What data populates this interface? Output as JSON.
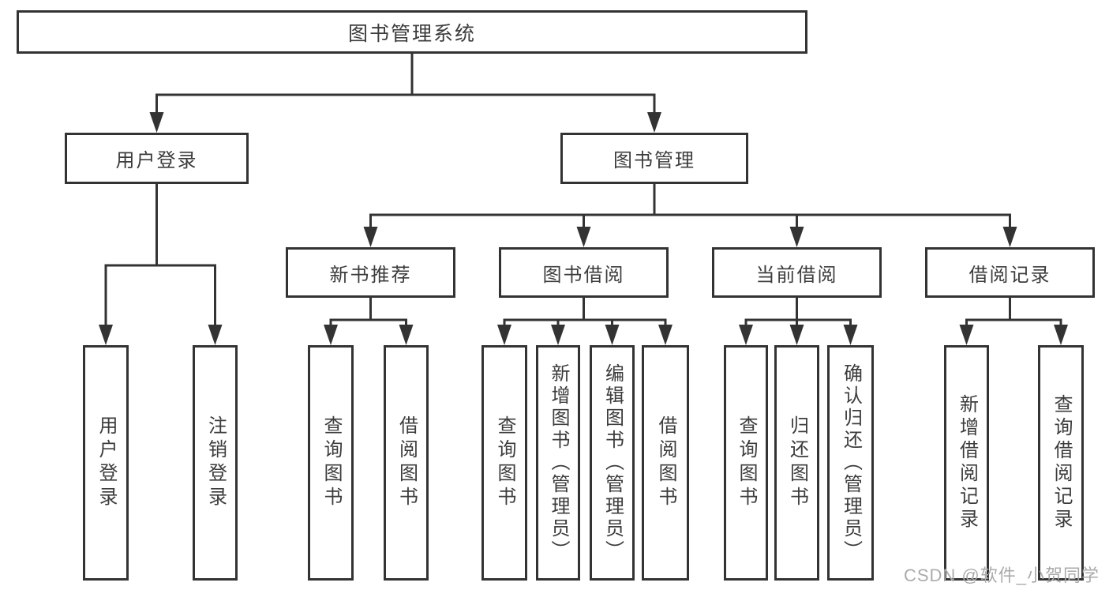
{
  "diagram": {
    "root": {
      "label": "图书管理系统"
    },
    "level2": [
      {
        "label": "用户登录"
      },
      {
        "label": "图书管理"
      }
    ],
    "level3": [
      {
        "label": "新书推荐"
      },
      {
        "label": "图书借阅"
      },
      {
        "label": "当前借阅"
      },
      {
        "label": "借阅记录"
      }
    ],
    "leaves": [
      {
        "label": "用户登录"
      },
      {
        "label": "注销登录"
      },
      {
        "label": "查询图书"
      },
      {
        "label": "借阅图书"
      },
      {
        "label": "查询图书"
      },
      {
        "label": "新增图书（管理员）"
      },
      {
        "label": "编辑图书（管理员）"
      },
      {
        "label": "借阅图书"
      },
      {
        "label": "查询图书"
      },
      {
        "label": "归还图书"
      },
      {
        "label": "确认归还（管理员）"
      },
      {
        "label": "新增借阅记录"
      },
      {
        "label": "查询借阅记录"
      }
    ]
  },
  "watermark": {
    "text": "CSDN @软件_小贺同学"
  },
  "colors": {
    "line": "#333333",
    "text": "#3c3c3c",
    "background": "#ffffff",
    "watermark": "#ababab"
  }
}
